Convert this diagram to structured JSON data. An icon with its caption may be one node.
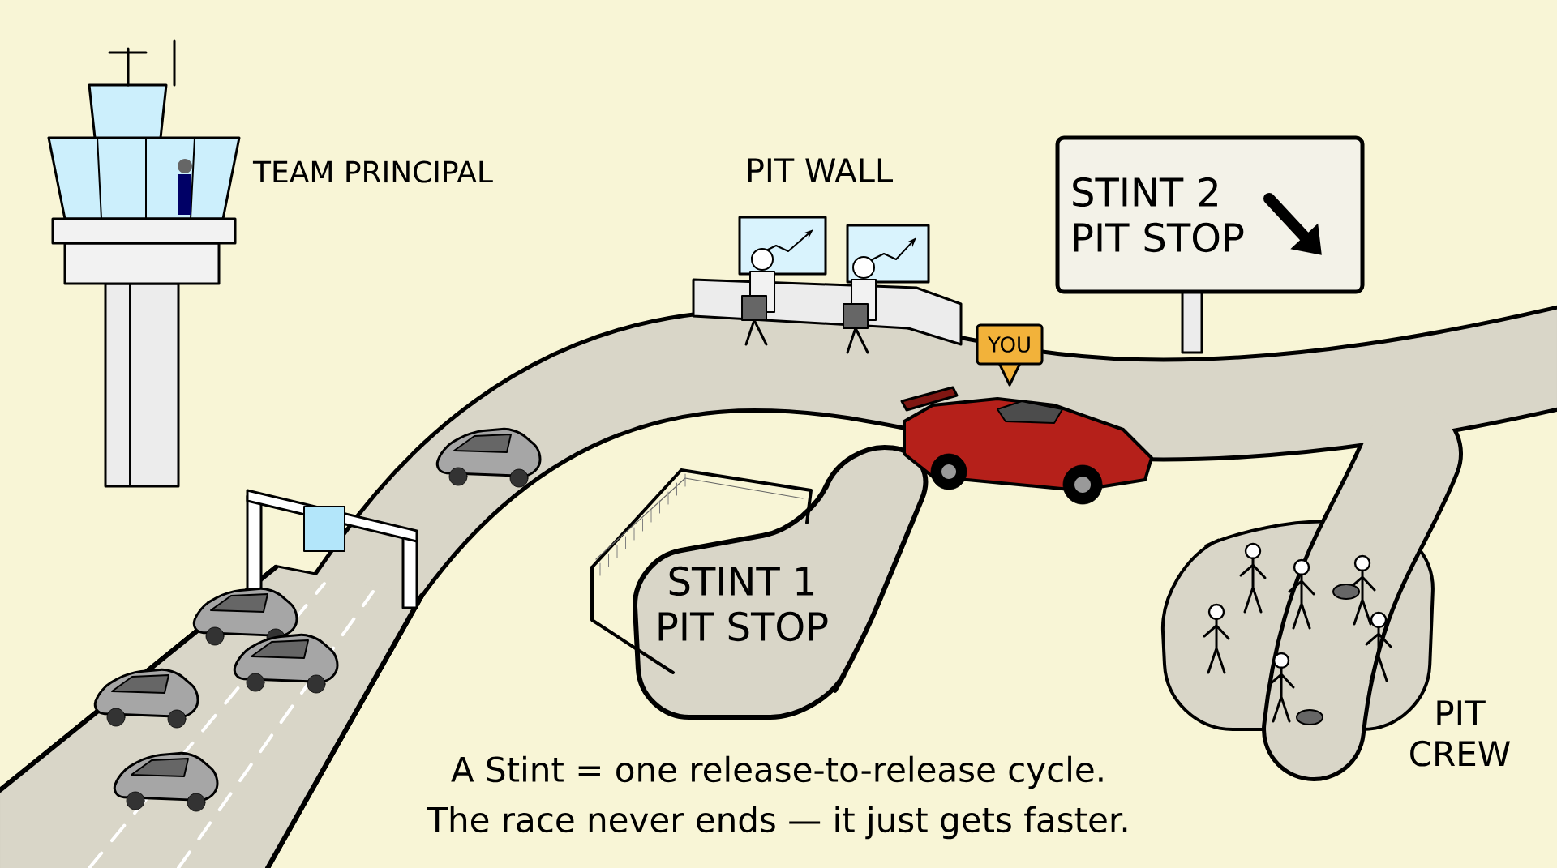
{
  "diagram": {
    "nodes": [
      {
        "text": [
          "STINT 2 PIT STOP"
        ]
      },
      {
        "text": [
          "YOU"
        ]
      }
    ],
    "labels": [
      "TEAM PRINCIPAL",
      "PIT WALL",
      "STINT 1 PIT STOP",
      "PIT CREW",
      "A Stint = one release-to-release cycle.",
      "The race never ends — it just gets faster."
    ]
  }
}
